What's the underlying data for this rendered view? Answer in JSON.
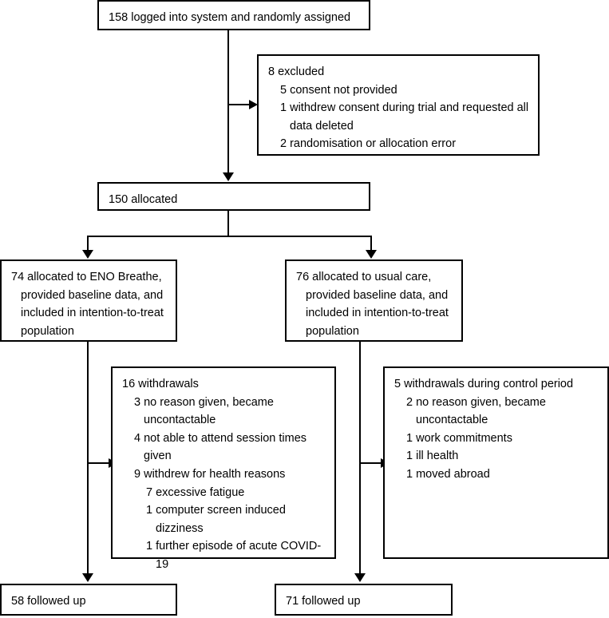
{
  "figure": {
    "type": "consort-flow-diagram",
    "background": "#ffffff",
    "line_color": "#000000",
    "text_color": "#000000"
  },
  "nodes": {
    "enrolled": {
      "lines": [
        {
          "text": "158 logged into system and randomly assigned",
          "level": 0
        }
      ]
    },
    "excluded": {
      "lines": [
        {
          "text": "8 excluded",
          "level": 0
        },
        {
          "text": "5 consent not provided",
          "level": 1
        },
        {
          "text": "1 withdrew consent during trial and requested all data deleted",
          "level": 1
        },
        {
          "text": "2 randomisation or allocation error",
          "level": 1
        }
      ]
    },
    "allocated": {
      "lines": [
        {
          "text": "150 allocated",
          "level": 0
        }
      ]
    },
    "alloc_intervention": {
      "lines": [
        {
          "text": "74 allocated to ENO Breathe, provided baseline data, and included in intention-to-treat population",
          "level": 0
        }
      ]
    },
    "alloc_control": {
      "lines": [
        {
          "text": "76 allocated to usual care, provided baseline data, and included in intention-to-treat population",
          "level": 0
        }
      ]
    },
    "withdrawals_intervention": {
      "lines": [
        {
          "text": "16 withdrawals",
          "level": 0
        },
        {
          "text": "3 no reason given, became uncontactable",
          "level": 1
        },
        {
          "text": "4 not able to attend session times given",
          "level": 1
        },
        {
          "text": "9 withdrew for health reasons",
          "level": 1
        },
        {
          "text": "7 excessive fatigue",
          "level": 2
        },
        {
          "text": "1 computer screen induced dizziness",
          "level": 2
        },
        {
          "text": "1 further episode of acute COVID-19",
          "level": 2
        }
      ]
    },
    "withdrawals_control": {
      "lines": [
        {
          "text": "5 withdrawals during control period",
          "level": 0
        },
        {
          "text": "2 no reason given, became uncontactable",
          "level": 1
        },
        {
          "text": "1 work commitments",
          "level": 1
        },
        {
          "text": "1 ill health",
          "level": 1
        },
        {
          "text": "1 moved abroad",
          "level": 1
        }
      ]
    },
    "followed_intervention": {
      "lines": [
        {
          "text": "58 followed up",
          "level": 0
        }
      ]
    },
    "followed_control": {
      "lines": [
        {
          "text": "71 followed up",
          "level": 0
        }
      ]
    }
  }
}
